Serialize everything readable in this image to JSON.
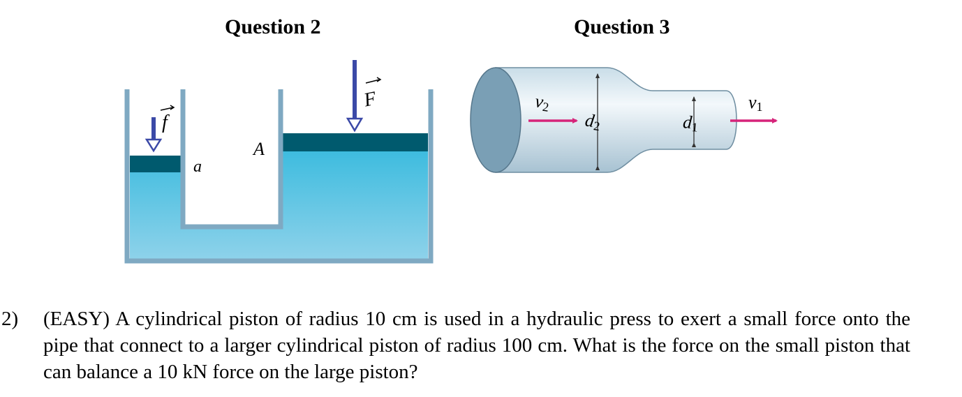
{
  "headings": {
    "q2": "Question 2",
    "q3": "Question 3"
  },
  "figure_q2": {
    "labels": {
      "small_force": "f",
      "large_force": "F",
      "small_area": "a",
      "large_area": "A"
    }
  },
  "figure_q3": {
    "labels": {
      "v2": "v",
      "v2_sub": "2",
      "d2": "d",
      "d2_sub": "2",
      "d1": "d",
      "d1_sub": "1",
      "v1": "v",
      "v1_sub": "1"
    }
  },
  "question": {
    "number": "2)",
    "text": "(EASY) A cylindrical piston of radius 10 cm is used in a hydraulic press to exert a small force onto the pipe that connect to a larger cylindrical piston of radius 100 cm. What is the force on the small piston that can balance a 10 kN force on the large piston?"
  },
  "colors": {
    "water_top": "#3ebcdf",
    "water_bottom": "#8ed2ea",
    "piston": "#005a6e",
    "wall": "#7fa9c2",
    "force_arrow": "#3b49a7",
    "velocity_arrow": "#d6247a",
    "pipe_face": "#7a9fb5"
  }
}
